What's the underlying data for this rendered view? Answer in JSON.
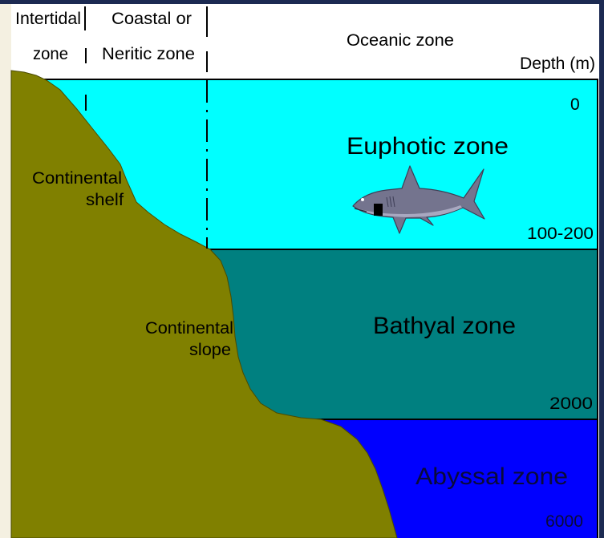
{
  "header": {
    "intertidal_line1": "Intertidal",
    "intertidal_line2": "zone",
    "neritic_line1": "Coastal or",
    "neritic_line2": "Neritic zone",
    "oceanic": "Oceanic zone",
    "depth_heading": "Depth (m)"
  },
  "surface_depth": "0",
  "zones": [
    {
      "name": "Euphotic zone",
      "bottom_depth": "100-200",
      "color": "#00ffff"
    },
    {
      "name": "Bathyal zone",
      "bottom_depth": "2000",
      "color": "#008080"
    },
    {
      "name": "Abyssal zone",
      "bottom_depth": "6000",
      "color": "#0000ff"
    }
  ],
  "land": {
    "color": "#808000",
    "shelf_line1": "Continental",
    "shelf_line2": "shelf",
    "slope_line1": "Continental",
    "slope_line2": "slope"
  },
  "icons": [
    "shark-icon"
  ],
  "frame_colors": {
    "border": "#1c2a52",
    "margin": "#f4f0e1",
    "panel": "#ffffff"
  }
}
